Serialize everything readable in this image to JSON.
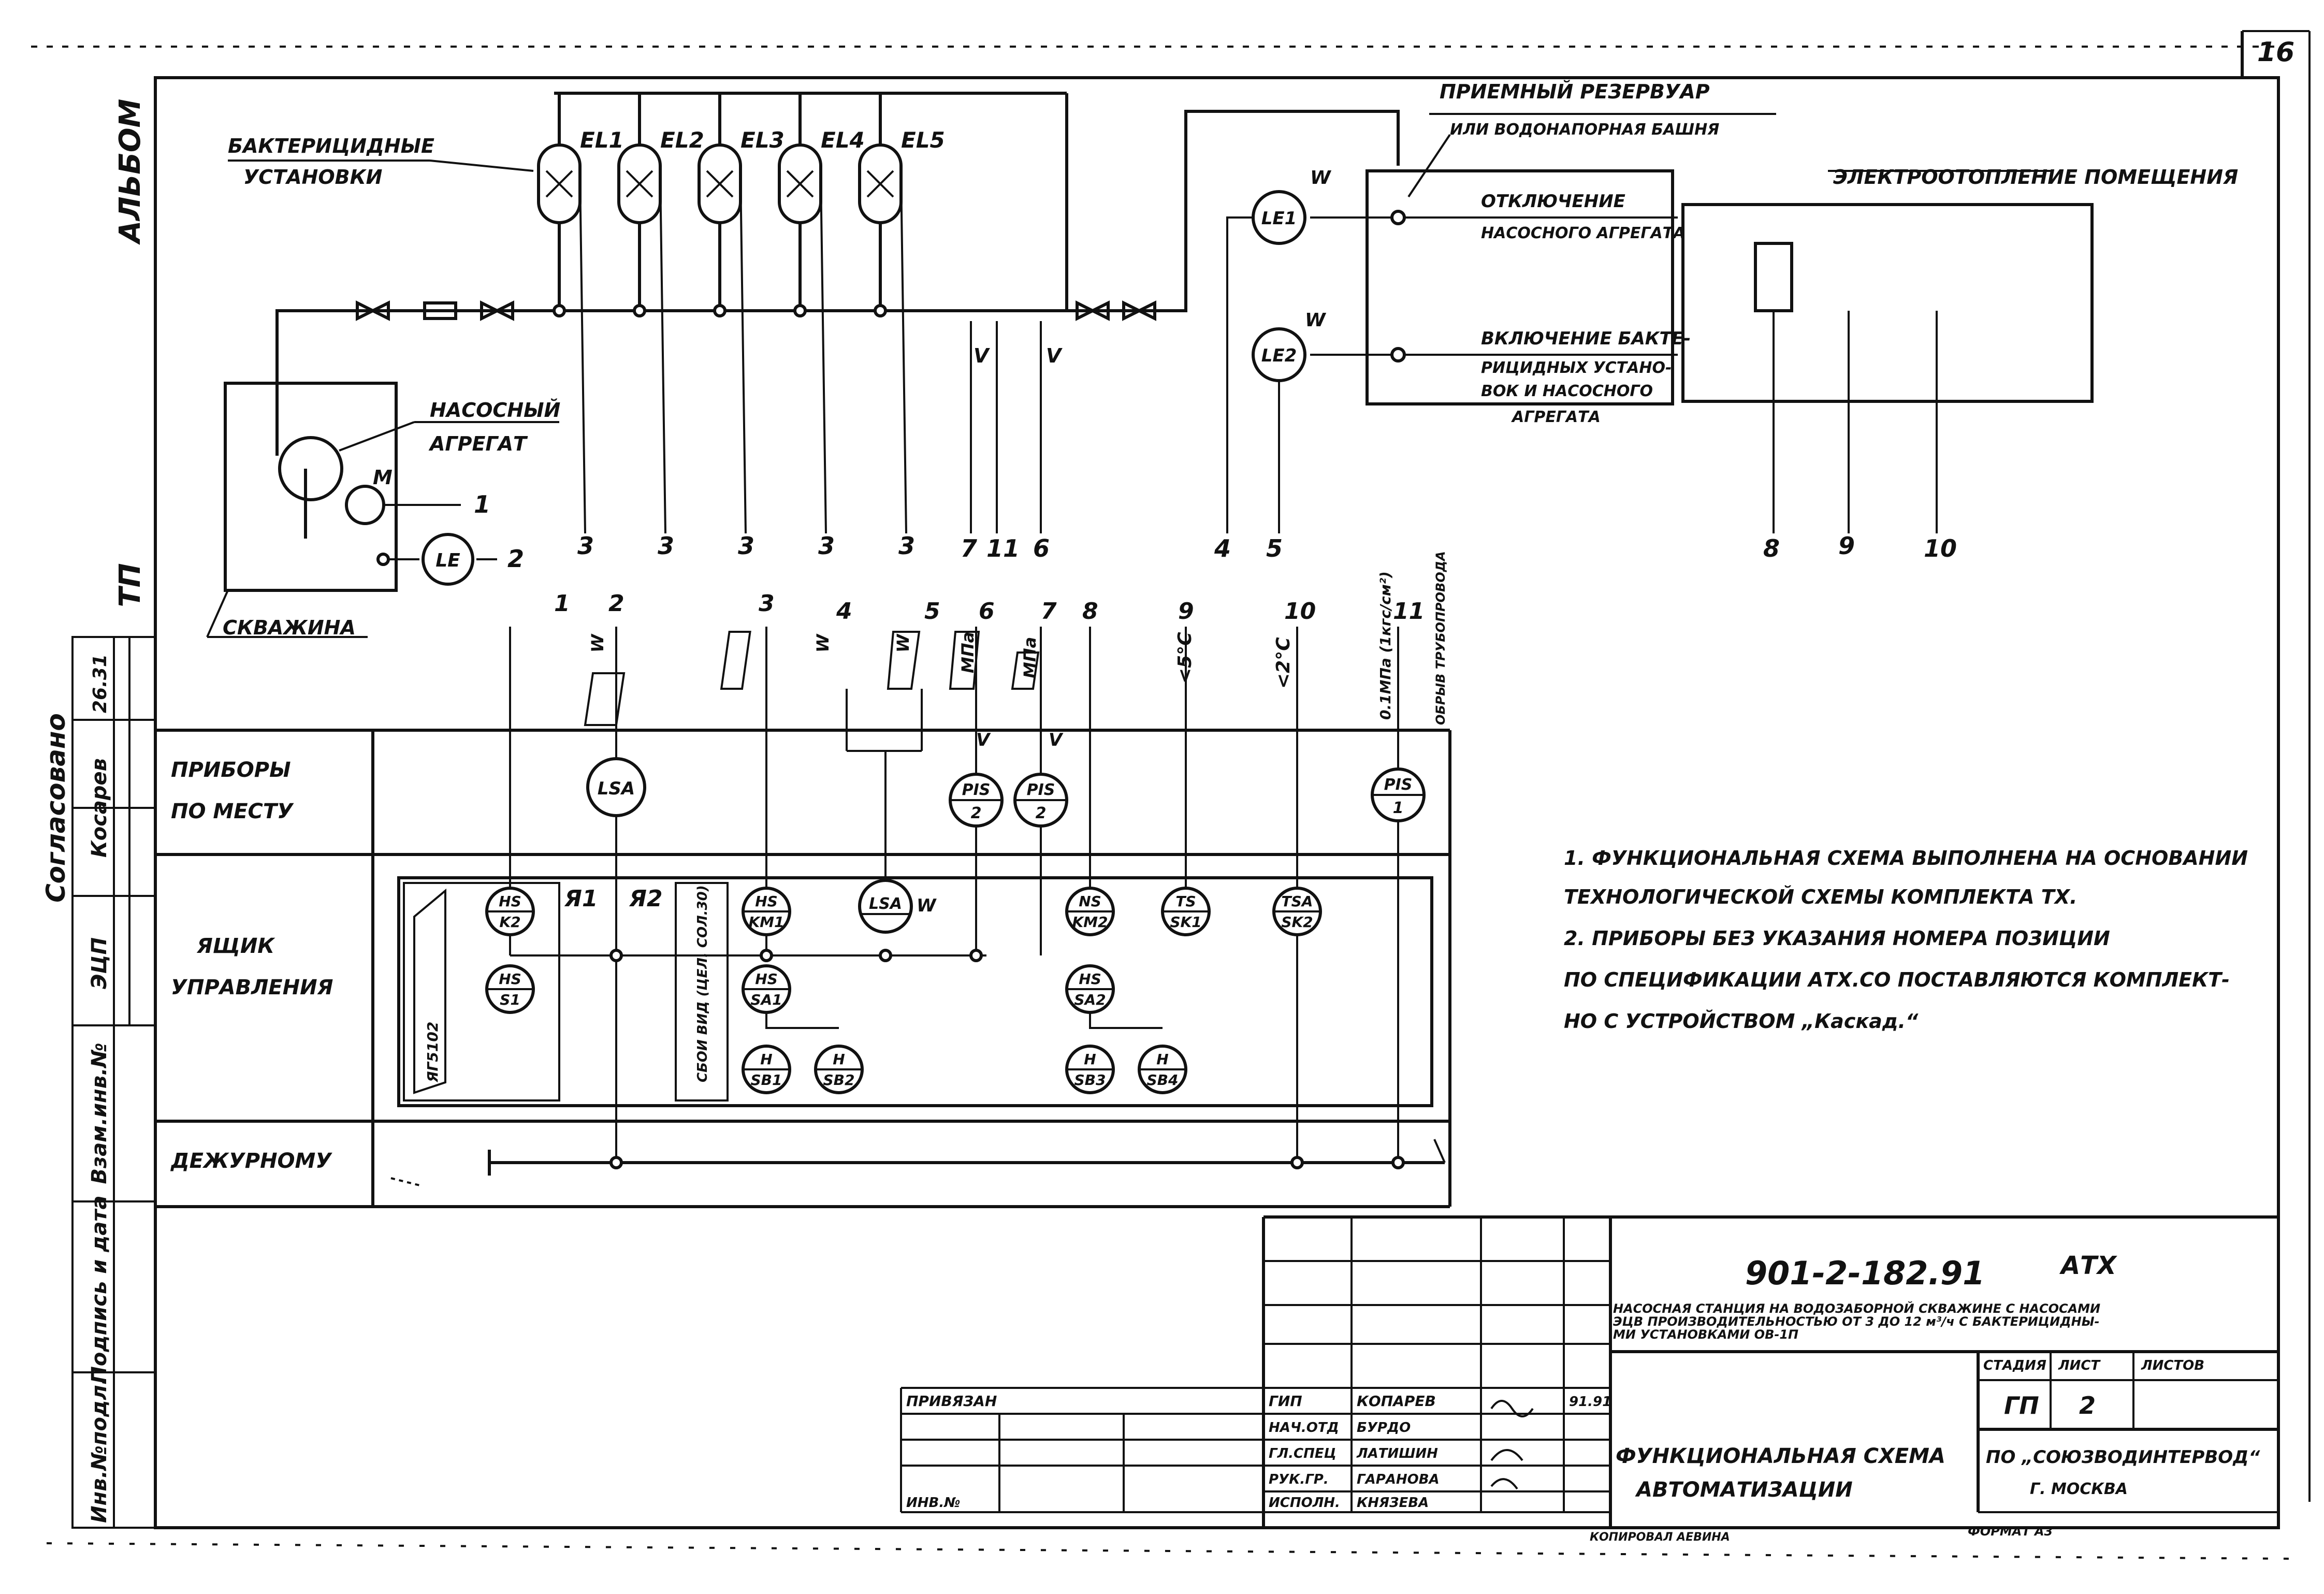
{
  "sheet_number": "16",
  "album_label": "АЛЬБОМ",
  "tp_label": "ТП",
  "left_stamp": {
    "agreed": "Согласовано",
    "agreed_name": "Косарев",
    "agreed_date": "26.31",
    "dept": "ЭЦП",
    "inv_label": "Взам.инв.№",
    "sign_label": "Подпись и дата",
    "orig_label": "Инв.№подл."
  },
  "top": {
    "bact_label_1": "БАКТЕРИЦИДНЫЕ",
    "bact_label_2": "УСТАНОВКИ",
    "el_labels": [
      "EL1",
      "EL2",
      "EL3",
      "EL4",
      "EL5"
    ],
    "pump_label_1": "НАСОСНЫЙ",
    "pump_label_2": "АГРЕГАТ",
    "motor_label": "M",
    "well_label": "СКВАЖИНА",
    "le_label": "LE",
    "le1_label": "LE1",
    "le2_label": "LE2",
    "w_label": "W",
    "v_label": "V",
    "reservoir_1": "ПРИЕМНЫЙ РЕЗЕРВУАР",
    "reservoir_2": "ИЛИ ВОДОНАПОРНАЯ БАШНЯ",
    "off_1": "ОТКЛЮЧЕНИЕ",
    "off_2": "НАСОСНОГО АГРЕГАТА",
    "on_1": "ВКЛЮЧЕНИЕ БАКТЕ-",
    "on_2": "РИЦИДНЫХ УСТАНО-",
    "on_3": "ВОК И НАСОСНОГО",
    "on_4": "АГРЕГАТА",
    "heating": "ЭЛЕКТРООТОПЛЕНИЕ ПОМЕЩЕНИЯ",
    "line_numbers_top": [
      "1",
      "2",
      "3",
      "3",
      "3",
      "3",
      "3",
      "7",
      "11",
      "6",
      "4",
      "5",
      "8",
      "9",
      "10"
    ]
  },
  "lower": {
    "col_numbers": [
      "1",
      "2",
      "3",
      "4",
      "5",
      "6",
      "7",
      "8",
      "9",
      "10",
      "11"
    ],
    "units": [
      "W",
      "W",
      "W",
      "МПа",
      "МПа"
    ],
    "temp_9": "<5°C",
    "temp_10": "<2°C",
    "pressure_11": "0.1МПа (1кгс/см²)",
    "pipe_break": "ОБРЫВ ТРУБОПРОВОДА",
    "row1_1": "ПРИБОРЫ",
    "row1_2": "ПО МЕСТУ",
    "row2_1": "ЯЩИК",
    "row2_2": "УПРАВЛЕНИЯ",
    "row3": "ДЕЖУРНОМУ",
    "ya1": "Я1",
    "ya2": "Я2",
    "ya_block": "ЯГ5102",
    "block2": "СБОИ ВИД (ЦЕЛ. СОЛ.30)",
    "bubbles": {
      "lsa": "LSA",
      "pis_top": "PIS",
      "pis_2": "2",
      "pis_1": "1",
      "hs": "HS",
      "k2": "K2",
      "s1": "S1",
      "km1": "KM1",
      "sa1": "SA1",
      "h": "H",
      "sb1": "SB1",
      "sb2": "SB2",
      "ns": "NS",
      "km2": "KM2",
      "sa2": "SA2",
      "sb3": "SB3",
      "sb4": "SB4",
      "ts": "TS",
      "sk1": "SK1",
      "tsa": "TSA",
      "sk2": "SK2"
    }
  },
  "notes": [
    "1. ФУНКЦИОНАЛЬНАЯ СХЕМА ВЫПОЛНЕНА НА ОСНОВАНИИ",
    "ТЕХНОЛОГИЧЕСКОЙ СХЕМЫ КОМПЛЕКТА ТХ.",
    "2. ПРИБОРЫ БЕЗ УКАЗАНИЯ НОМЕРА ПОЗИЦИИ",
    "ПО СПЕЦИФИКАЦИИ АТХ.СО ПОСТАВЛЯЮТСЯ КОМПЛЕКТ-",
    "НО С УСТРОЙСТВОМ „Каскад.“"
  ],
  "title_block": {
    "doc_code": "901-2-182.91",
    "atx": "АТХ",
    "desc_1": "НАСОСНАЯ СТАНЦИЯ НА ВОДОЗАБОРНОЙ СКВАЖИНЕ С НАСОСАМИ",
    "desc_2": "ЭЦВ ПРОИЗВОДИТЕЛЬНОСТЬЮ ОТ 3 ДО 12 м³/ч С БАКТЕРИЦИДНЫ-",
    "desc_3": "МИ УСТАНОВКАМИ ОВ-1П",
    "stage_h": "СТАДИЯ",
    "sheet_h": "ЛИСТ",
    "sheets_h": "ЛИСТОВ",
    "stage": "ГП",
    "sheet": "2",
    "privyazan": "ПРИВЯЗАН",
    "inv_no": "ИНВ.№",
    "roles": [
      "ГИП",
      "НАЧ.ОТД",
      "ГЛ.СПЕЦ",
      "РУК.ГР.",
      "ИСПОЛН."
    ],
    "names": [
      "КОПАРЕВ",
      "БУРДО",
      "ЛАТИШИН",
      "ГАРАНОВА",
      "КНЯЗЕВА"
    ],
    "sig_date": "91.91",
    "drawing_title_1": "ФУНКЦИОНАЛЬНАЯ СХЕМА",
    "drawing_title_2": "АВТОМАТИЗАЦИИ",
    "org_1": "ПО „СОЮЗВОДИНТЕРВОД“",
    "org_2": "Г. МОСКВА",
    "copied": "КОПИРОВАЛ АЕВИНА",
    "format": "ФОРМАТ А3"
  }
}
